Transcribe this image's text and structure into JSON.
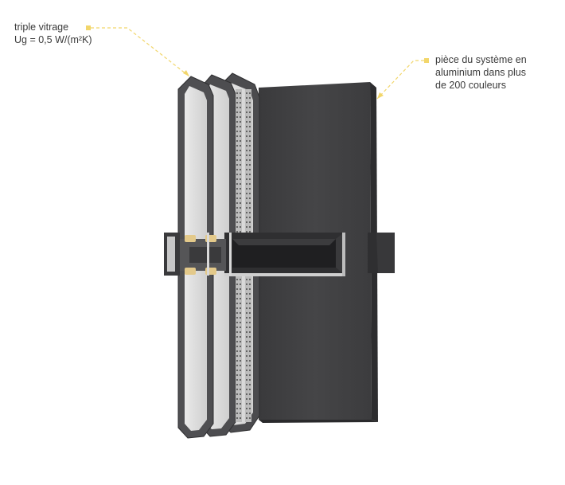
{
  "annotations": {
    "glazing": {
      "line1": "triple vitrage",
      "line2": "Ug = 0,5 W/(m²K)"
    },
    "profile": {
      "line1": "pièce du système en",
      "line2": "aluminium dans plus",
      "line3": "de 200 couleurs"
    }
  },
  "colors": {
    "callout": "#f2d66b",
    "frame_dark": "#3b3b3d",
    "frame_mid": "#4a4a4d",
    "glass_edge": "#6b6b6e",
    "glass_fill": "#d8d8d8",
    "insulation": "#e3c98a"
  }
}
